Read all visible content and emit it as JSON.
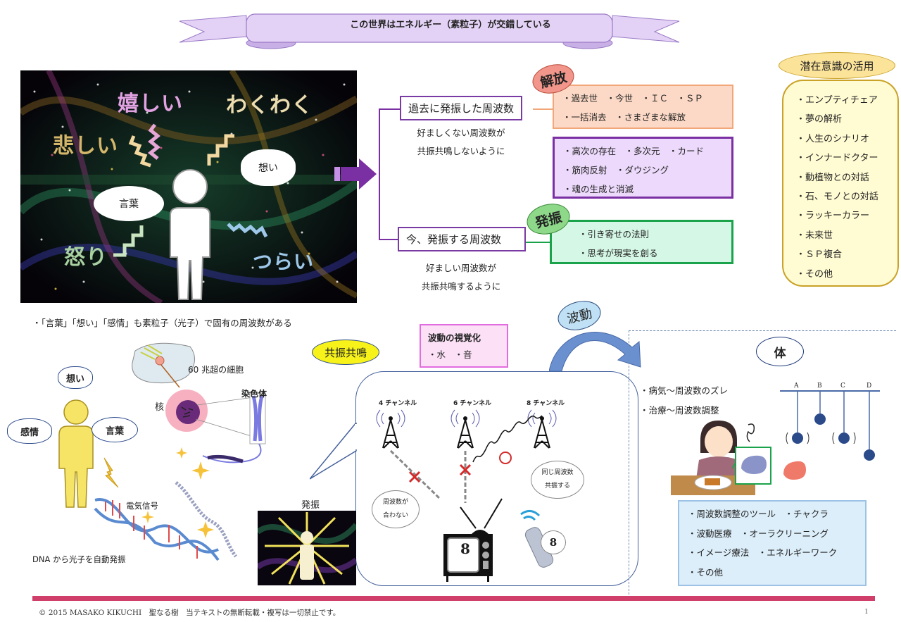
{
  "banner": {
    "title": "この世界はエネルギー（素粒子）が交錯している"
  },
  "hero": {
    "emotions": {
      "ureshii": "嬉しい",
      "wakuwaku": "わくわく",
      "kanashii": "悲しい",
      "ikari": "怒り",
      "tsurai": "つらい"
    },
    "bubbles": {
      "kotoba": "言葉",
      "omoi": "想い"
    }
  },
  "branches": {
    "past": {
      "label": "過去に発振した周波数",
      "note": [
        "好ましくない周波数が",
        "共振共鳴しないように"
      ],
      "tag": "解放",
      "release_items": [
        "・過去世　・今世　・ＩＣ　・ＳＰ",
        "・一括消去　・さまざまな解放"
      ],
      "other_items": [
        "・高次の存在　・多次元　・カード",
        "・筋肉反射　・ダウジング",
        "・魂の生成と消滅"
      ]
    },
    "now": {
      "label": "今、発振する周波数",
      "note": [
        "好ましい周波数が",
        "共振共鳴するように"
      ],
      "tag": "発振",
      "items": [
        "・引き寄せの法則",
        "・思考が現実を創る"
      ]
    }
  },
  "subconscious": {
    "title": "潜在意識の活用",
    "items": [
      "・エンプティチェア",
      "・夢の解析",
      "・人生のシナリオ",
      "・インナードクター",
      "・動植物との対話",
      "・石、モノとの対話",
      "・ラッキーカラー",
      "・未来世",
      "・ＳＰ複合",
      "・その他"
    ]
  },
  "photon_note": "・「言葉」「想い」「感情」も素粒子（光子）で固有の周波数がある",
  "body_left": {
    "omoi": "想い",
    "kanjou": "感情",
    "kotoba": "言葉",
    "cells": "60 兆超の細胞",
    "nucleus": "核",
    "chromosome": "染色体",
    "electric": "電気信号",
    "dna": "DNA から光子を自動発振"
  },
  "resonance": {
    "tag": "共振共鳴",
    "visual_title": "波動の視覚化",
    "visual_items": "・水　・音",
    "oscillation_label": "発振",
    "channels": [
      "4 チャンネル",
      "6 チャンネル",
      "8 チャンネル"
    ],
    "mismatch": [
      "周波数が",
      "合わない"
    ],
    "match": [
      "同じ周波数",
      "共振する"
    ],
    "tv_channel": "8",
    "remote_channel": "8",
    "wave_tag": "波動"
  },
  "body": {
    "title": "体",
    "lines": [
      "・病気～周波数のズレ",
      "・治療～周波数調整"
    ],
    "pendulums": [
      "A",
      "B",
      "C",
      "D"
    ],
    "tools": [
      "・周波数調整のツール　・チャクラ",
      "・波動医療　・オーラクリーニング",
      "・イメージ療法　・エネルギーワーク",
      "・その他"
    ]
  },
  "footer": {
    "copyright": "© 2015 MASAKO KIKUCHI　聖なる樹　当テキストの無断転載・複写は一切禁止です。",
    "page": "1"
  },
  "colors": {
    "purple": "#7a2fa3",
    "release_orange": "#f2a77a",
    "release_fill": "#fcd9c6",
    "purple_fill": "#ecd9fb",
    "green": "#1aa34a",
    "green_fill": "#d5f7e6",
    "footer_bar": "#cf3f6a"
  }
}
